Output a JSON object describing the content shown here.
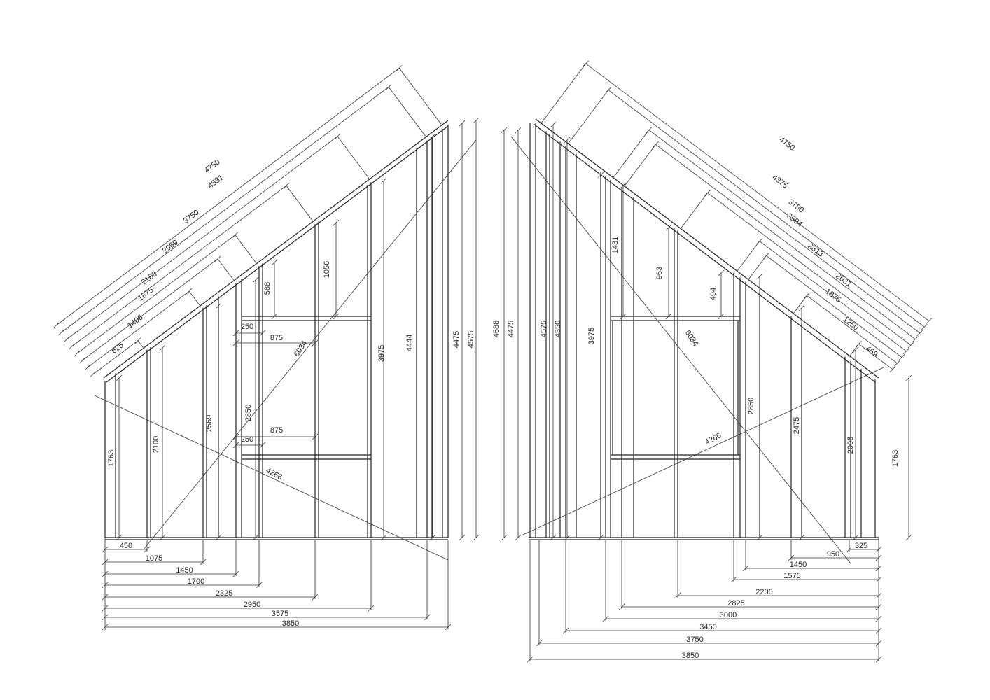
{
  "left_elevation": {
    "roof_dims": [
      "4750",
      "4531",
      "3750",
      "2969",
      "2188",
      "1875",
      "1406",
      "625"
    ],
    "vertical_dims": [
      "1763",
      "2100",
      "2569",
      "2850",
      "588",
      "1056",
      "3975",
      "4444",
      "4475",
      "4575"
    ],
    "diagonal_dims": [
      "6034",
      "4266"
    ],
    "opening_dims": [
      "250",
      "875",
      "875",
      "250"
    ],
    "base_dims": [
      "450",
      "1075",
      "1450",
      "1700",
      "2325",
      "2950",
      "3575",
      "3850"
    ]
  },
  "right_elevation": {
    "roof_dims": [
      "4750",
      "4375",
      "3750",
      "3594",
      "2813",
      "2031",
      "1875",
      "1250",
      "469"
    ],
    "vertical_dims": [
      "4688",
      "4475",
      "4575",
      "4350",
      "3975",
      "1431",
      "963",
      "494",
      "2850",
      "2475",
      "2006",
      "1763"
    ],
    "diagonal_dims": [
      "6034",
      "4266"
    ],
    "base_dims": [
      "325",
      "950",
      "1450",
      "1575",
      "2200",
      "2825",
      "3000",
      "3450",
      "3750",
      "3850"
    ]
  }
}
